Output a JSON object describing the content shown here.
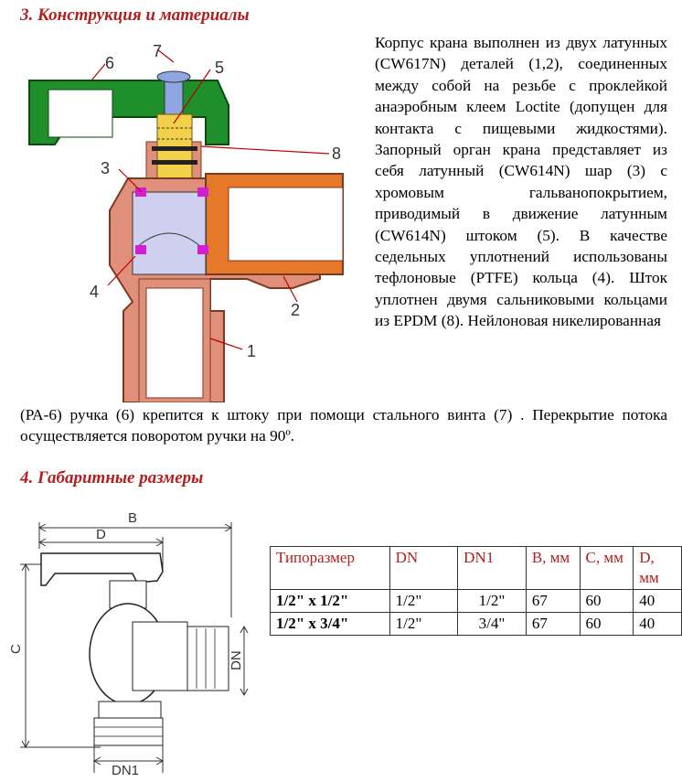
{
  "section3": {
    "title": "3. Конструкция и материалы",
    "paragraph_right": "Корпус  крана выполнен из двух латунных (CW617N) деталей (1,2), соединенных между собой на резьбе с проклейкой анаэробным клеем Loctite  (допущен для контакта с пищевыми жидкостями). Запорный орган крана представляет из себя латунный (CW614N) шар (3)  с хромовым гальванопокрытием, приводимый в движение латунным (CW614N) штоком (5). В качестве седельных уплотнений использованы тефлоновые (PTFE) кольца (4). Шток уплотнен двумя сальниковыми кольцами из EPDM (8). Нейлоновая никелированная",
    "paragraph_full": "(РА-6)   ручка (6) крепится к штоку при помощи стального винта (7) . Перекрытие потока осуществляется поворотом ручки на 90º.",
    "diagram_labels": [
      "6",
      "7",
      "5",
      "8",
      "3",
      "4",
      "2",
      "1"
    ]
  },
  "section4": {
    "title": "4. Габаритные размеры",
    "diagram_labels": {
      "B": "B",
      "D": "D",
      "C": "C",
      "DN": "DN",
      "DN1": "DN1"
    },
    "table": {
      "headers": [
        "Типоразмер",
        "DN",
        "DN1",
        "B, мм",
        "C, мм",
        "D, мм"
      ],
      "rows": [
        [
          "1/2\" x 1/2\"",
          "1/2\"",
          "1/2\"",
          "67",
          "60",
          "40"
        ],
        [
          "1/2\" x 3/4\"",
          "1/2\"",
          "3/4\"",
          "67",
          "60",
          "40"
        ]
      ]
    }
  },
  "colors": {
    "heading": "#b11f1f",
    "handle_green": "#1e8f2a",
    "body_brass": "#e0907a",
    "fitting_orange": "#e6782a",
    "stem_yellow": "#f2d04a",
    "ball_lavender": "#cfd0f0",
    "seal_magenta": "#d21fd2"
  }
}
